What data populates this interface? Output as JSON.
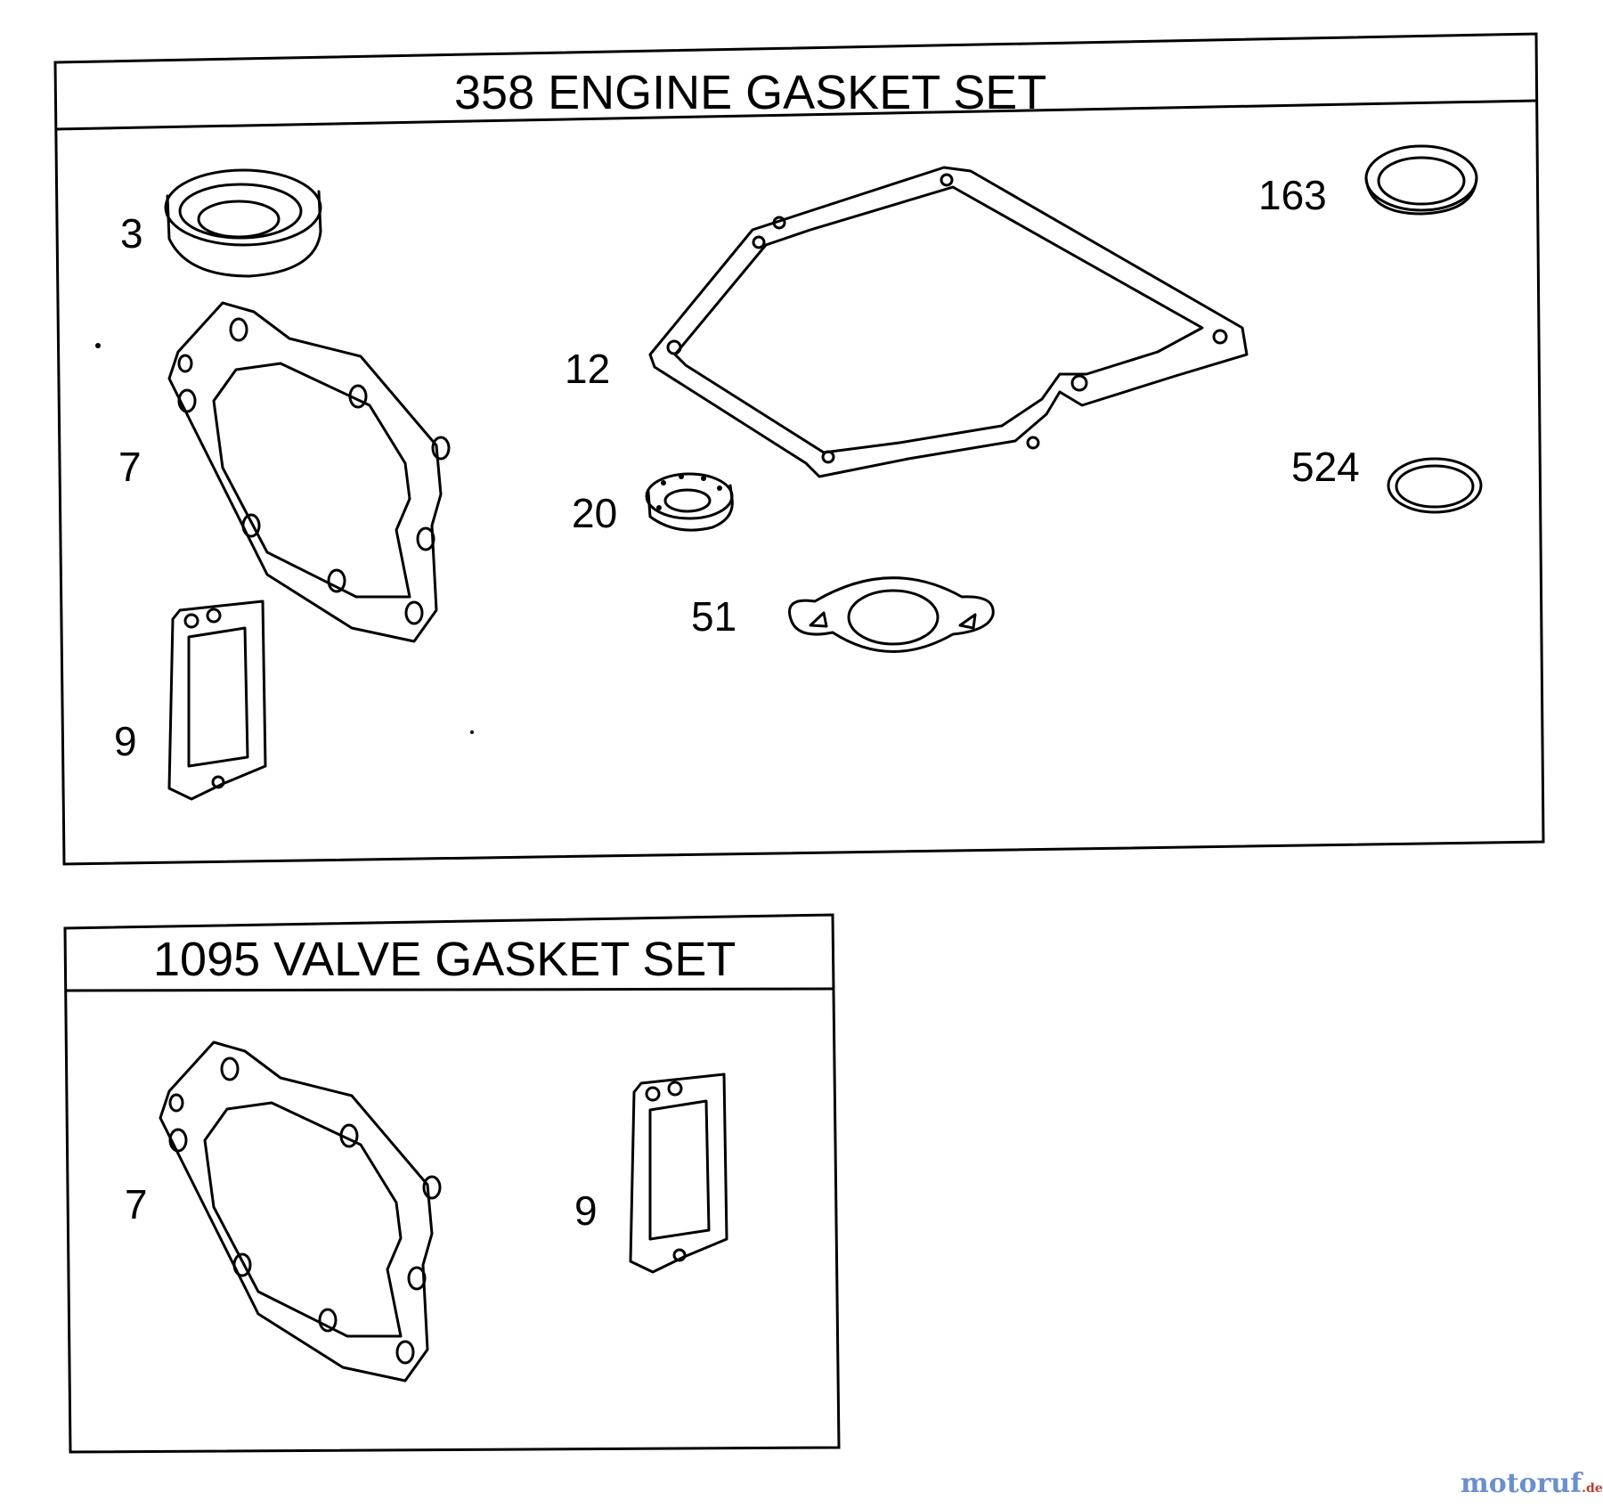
{
  "panels": [
    {
      "title": "358 ENGINE GASKET SET",
      "callouts": [
        "3",
        "7",
        "9",
        "12",
        "20",
        "51",
        "163",
        "524"
      ]
    },
    {
      "title": "1095 VALVE GASKET SET",
      "callouts": [
        "7",
        "9"
      ]
    }
  ],
  "watermark": {
    "text": "motoruf",
    "suffix": ".de",
    "color_a": "#6a8fcf",
    "color_b": "#c0392b"
  }
}
